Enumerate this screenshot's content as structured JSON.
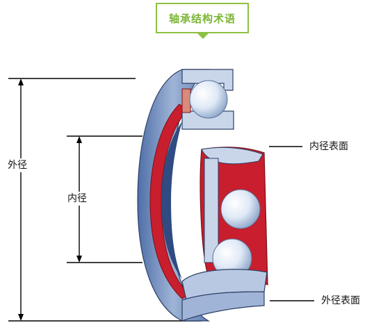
{
  "title": "轴承结构术语",
  "labels": {
    "outer_diameter": "外径",
    "inner_diameter": "内径",
    "bore_surface": "内径表面",
    "outer_surface": "外径表面"
  },
  "colors": {
    "accent": "#8dc043",
    "ring_blue": "#5f7fb5",
    "ring_light": "#c9d6ea",
    "cage_red": "#c81e2d",
    "ball": "#e8f0fa",
    "line": "#000000"
  }
}
